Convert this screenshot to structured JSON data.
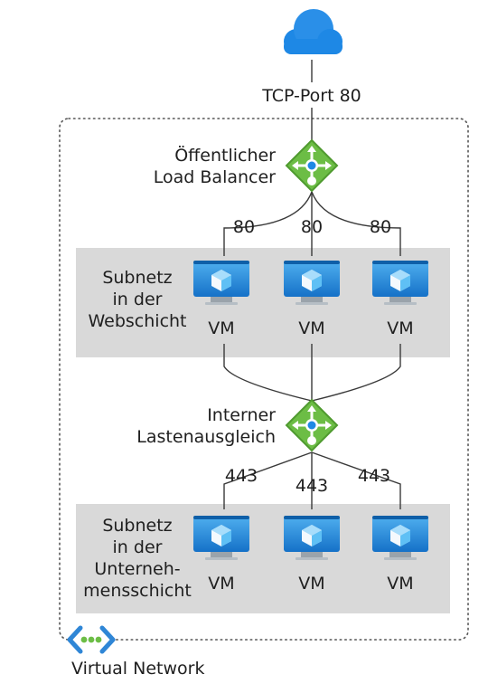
{
  "internet": {
    "port_label": "TCP-Port 80"
  },
  "public_lb": {
    "label_line1": "Öffentlicher",
    "label_line2": "Load Balancer"
  },
  "web_tier": {
    "subnet_line1": "Subnetz",
    "subnet_line2": "in der",
    "subnet_line3": "Webschicht",
    "port_labels": [
      "80",
      "80",
      "80"
    ],
    "vm_labels": [
      "VM",
      "VM",
      "VM"
    ]
  },
  "internal_lb": {
    "label_line1": "Interner",
    "label_line2": "Lastenausgleich"
  },
  "business_tier": {
    "subnet_line1": "Subnetz",
    "subnet_line2": "in der",
    "subnet_line3": "Unterneh-",
    "subnet_line4": "mensschicht",
    "port_labels": [
      "443",
      "443",
      "443"
    ],
    "vm_labels": [
      "VM",
      "VM",
      "VM"
    ]
  },
  "vnet": {
    "label": "Virtual Network"
  },
  "colors": {
    "cloud": "#1e88e5",
    "lb_green": "#6cbd45",
    "lb_dark_green": "#4f9a2f",
    "vm_blue": "#1e88e5",
    "vm_light": "#50b0f0",
    "subnet_bg": "#d9d9d9",
    "line": "#3a3a3a",
    "vnet_icon": "#2f86d6",
    "vnet_dots": "#6cbd45"
  },
  "icons": [
    "cloud-icon",
    "load-balancer-icon",
    "virtual-machine-icon",
    "virtual-network-icon"
  ]
}
